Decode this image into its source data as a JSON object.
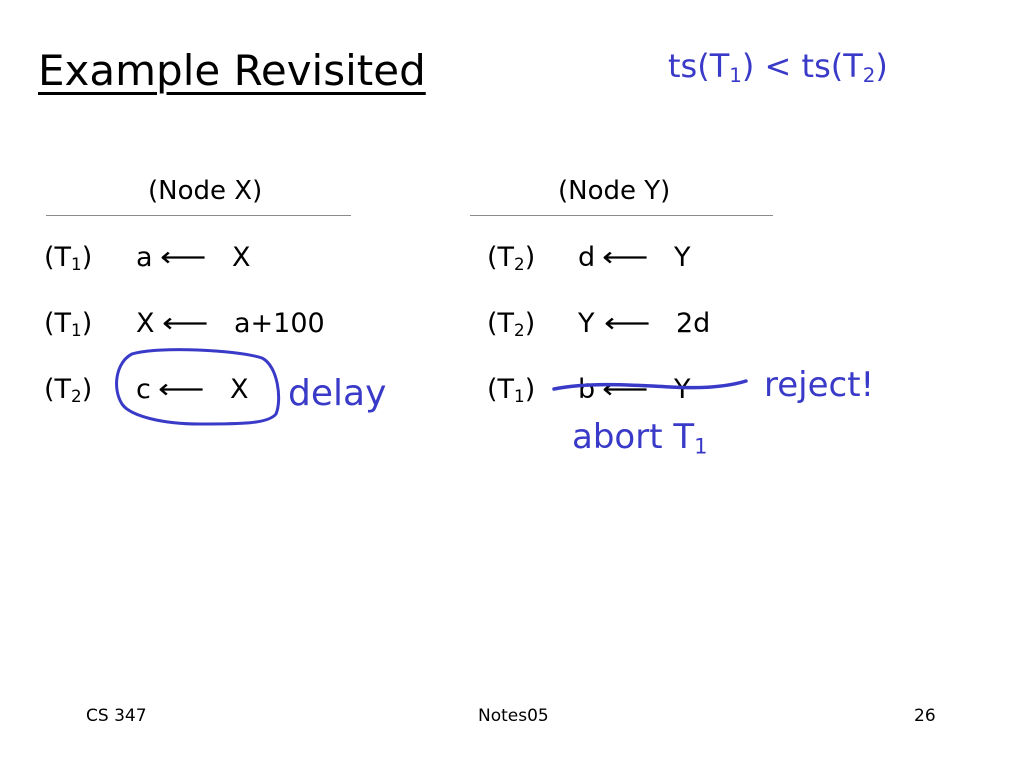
{
  "slide": {
    "title": "Example Revisited",
    "timestamp_note": {
      "prefix": "ts(T",
      "first_index": "1",
      "middle": ") < ts(T",
      "second_index": "2",
      "suffix": ")"
    }
  },
  "node_x": {
    "header": "(Node X)",
    "rows": [
      {
        "txn_prefix": "(T",
        "txn_index": "1",
        "txn_suffix": ")",
        "lhs": "a",
        "arrow": "⟵",
        "rhs": "X"
      },
      {
        "txn_prefix": "(T",
        "txn_index": "1",
        "txn_suffix": ")",
        "lhs": "X",
        "arrow": "⟵",
        "rhs": "a+100"
      },
      {
        "txn_prefix": "(T",
        "txn_index": "2",
        "txn_suffix": ")",
        "lhs": "c",
        "arrow": "⟵",
        "rhs": "X"
      }
    ]
  },
  "node_y": {
    "header": "(Node Y)",
    "rows": [
      {
        "txn_prefix": "(T",
        "txn_index": "2",
        "txn_suffix": ")",
        "lhs": "d",
        "arrow": "⟵",
        "rhs": "Y"
      },
      {
        "txn_prefix": "(T",
        "txn_index": "2",
        "txn_suffix": ")",
        "lhs": "Y",
        "arrow": "⟵",
        "rhs": "2d"
      },
      {
        "txn_prefix": "(T",
        "txn_index": "1",
        "txn_suffix": ")",
        "lhs": "b",
        "arrow": "⟵",
        "rhs": "Y"
      }
    ]
  },
  "annotations": {
    "delay": "delay",
    "reject": "reject!",
    "abort_prefix": "abort T",
    "abort_index": "1",
    "ink_color": "#3a3ac8"
  },
  "footer": {
    "course": "CS 347",
    "notes": "Notes05",
    "page": "26"
  }
}
